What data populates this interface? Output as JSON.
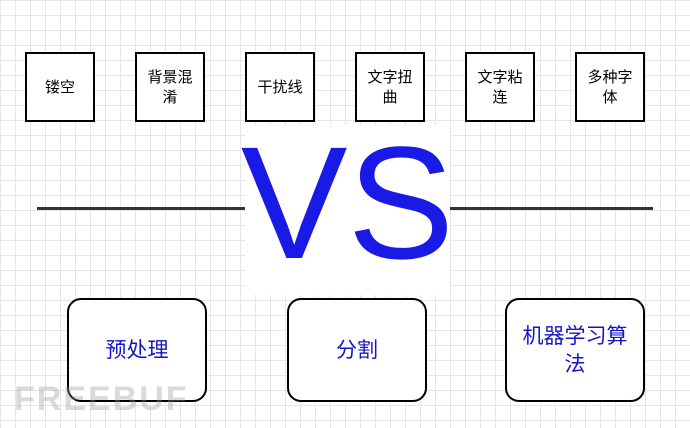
{
  "top_boxes": [
    "镂空",
    "背景混淆",
    "干扰线",
    "文字扭曲",
    "文字粘连",
    "多种字体"
  ],
  "center": {
    "label": "VS"
  },
  "bottom_boxes": [
    "预处理",
    "分割",
    "机器学习算法"
  ],
  "watermark": "FREEBUF",
  "colors": {
    "accent": "#1a1ae6",
    "bottom_text": "#1414c8",
    "border": "#000000"
  }
}
